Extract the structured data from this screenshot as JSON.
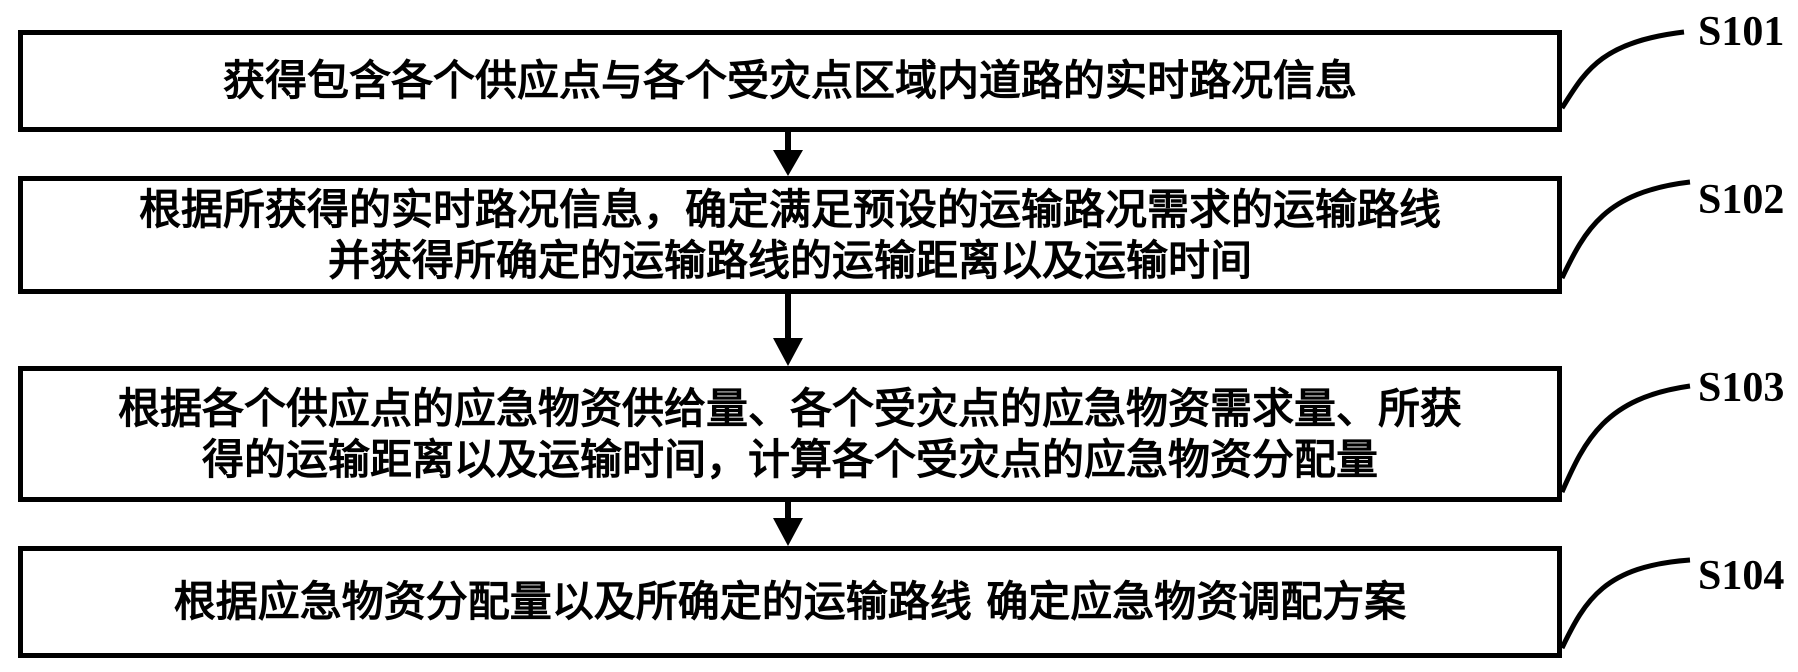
{
  "steps": [
    {
      "id": "S101",
      "lines": [
        "获得包含各个供应点与各个受灾点区域内道路的实时路况信息"
      ]
    },
    {
      "id": "S102",
      "lines": [
        "根据所获得的实时路况信息，确定满足预设的运输路况需求的运输路线",
        "并获得所确定的运输路线的运输距离以及运输时间"
      ]
    },
    {
      "id": "S103",
      "lines": [
        "根据各个供应点的应急物资供给量、各个受灾点的应急物资需求量、所获",
        "得的运输距离以及运输时间，计算各个受灾点的应急物资分配量"
      ]
    },
    {
      "id": "S104",
      "lines": [
        "根据应急物资分配量以及所确定的运输路线 确定应急物资调配方案"
      ]
    }
  ]
}
